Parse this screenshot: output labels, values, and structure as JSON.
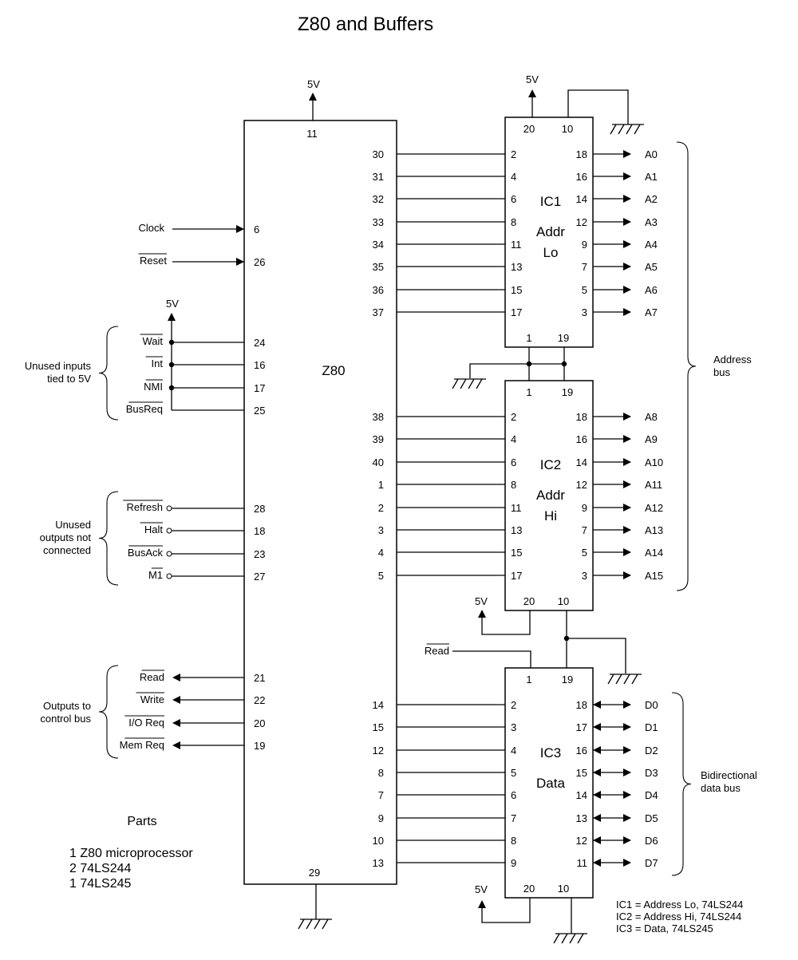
{
  "title": "Z80 and Buffers",
  "colors": {
    "ink": "#000000",
    "background": "#ffffff"
  },
  "icons": {
    "ground": "ground-symbol-icon",
    "arrow": "arrow-head-icon",
    "open_circle": "open-pin-circle-icon"
  },
  "z80": {
    "label": "Z80",
    "vcc_pin": "11",
    "vcc_label": "5V",
    "gnd_pin": "29",
    "left_pins": [
      {
        "signal": "Clock",
        "pin": "6",
        "overbar": false,
        "kind": "input"
      },
      {
        "signal": "Reset",
        "pin": "26",
        "overbar": true,
        "kind": "input"
      },
      {
        "signal": "Wait",
        "pin": "24",
        "overbar": true,
        "kind": "tied"
      },
      {
        "signal": "Int",
        "pin": "16",
        "overbar": true,
        "kind": "tied"
      },
      {
        "signal": "NMI",
        "pin": "17",
        "overbar": true,
        "kind": "tied"
      },
      {
        "signal": "BusReq",
        "pin": "25",
        "overbar": true,
        "kind": "tied"
      },
      {
        "signal": "Refresh",
        "pin": "28",
        "overbar": true,
        "kind": "nc"
      },
      {
        "signal": "Halt",
        "pin": "18",
        "overbar": true,
        "kind": "nc"
      },
      {
        "signal": "BusAck",
        "pin": "23",
        "overbar": true,
        "kind": "nc"
      },
      {
        "signal": "M1",
        "pin": "27",
        "overbar": true,
        "kind": "nc"
      },
      {
        "signal": "Read",
        "pin": "21",
        "overbar": true,
        "kind": "output"
      },
      {
        "signal": "Write",
        "pin": "22",
        "overbar": true,
        "kind": "output"
      },
      {
        "signal": "I/O Req",
        "pin": "20",
        "overbar": true,
        "kind": "output"
      },
      {
        "signal": "Mem Req",
        "pin": "19",
        "overbar": true,
        "kind": "output"
      }
    ],
    "tied_vcc_label": "5V",
    "groups": {
      "unused_inputs": [
        "Unused inputs",
        "tied to 5V"
      ],
      "unused_outputs": [
        "Unused",
        "outputs not",
        "connected"
      ],
      "control_outputs": [
        "Outputs to",
        "control bus"
      ]
    }
  },
  "ic1": {
    "name": "IC1",
    "line2": "Addr",
    "line3": "Lo",
    "top_pins": [
      "20",
      "10"
    ],
    "bottom_pins": [
      "1",
      "19"
    ],
    "vcc_label": "5V",
    "rows": [
      {
        "z80": "30",
        "in": "2",
        "out": "18",
        "signal": "A0"
      },
      {
        "z80": "31",
        "in": "4",
        "out": "16",
        "signal": "A1"
      },
      {
        "z80": "32",
        "in": "6",
        "out": "14",
        "signal": "A2"
      },
      {
        "z80": "33",
        "in": "8",
        "out": "12",
        "signal": "A3"
      },
      {
        "z80": "34",
        "in": "11",
        "out": "9",
        "signal": "A4"
      },
      {
        "z80": "35",
        "in": "13",
        "out": "7",
        "signal": "A5"
      },
      {
        "z80": "36",
        "in": "15",
        "out": "5",
        "signal": "A6"
      },
      {
        "z80": "37",
        "in": "17",
        "out": "3",
        "signal": "A7"
      }
    ]
  },
  "ic2": {
    "name": "IC2",
    "line2": "Addr",
    "line3": "Hi",
    "top_pins": [
      "1",
      "19"
    ],
    "bottom_pins": [
      "20",
      "10"
    ],
    "vcc_label": "5V",
    "rows": [
      {
        "z80": "38",
        "in": "2",
        "out": "18",
        "signal": "A8"
      },
      {
        "z80": "39",
        "in": "4",
        "out": "16",
        "signal": "A9"
      },
      {
        "z80": "40",
        "in": "6",
        "out": "14",
        "signal": "A10"
      },
      {
        "z80": "1",
        "in": "8",
        "out": "12",
        "signal": "A11"
      },
      {
        "z80": "2",
        "in": "11",
        "out": "9",
        "signal": "A12"
      },
      {
        "z80": "3",
        "in": "13",
        "out": "7",
        "signal": "A13"
      },
      {
        "z80": "4",
        "in": "15",
        "out": "5",
        "signal": "A14"
      },
      {
        "z80": "5",
        "in": "17",
        "out": "3",
        "signal": "A15"
      }
    ]
  },
  "ic3": {
    "name": "IC3",
    "line2": "Data",
    "top_pins": [
      "1",
      "19"
    ],
    "bottom_pins": [
      "20",
      "10"
    ],
    "vcc_label": "5V",
    "read_label": "Read",
    "rows": [
      {
        "z80": "14",
        "in": "2",
        "out": "18",
        "signal": "D0"
      },
      {
        "z80": "15",
        "in": "3",
        "out": "17",
        "signal": "D1"
      },
      {
        "z80": "12",
        "in": "4",
        "out": "16",
        "signal": "D2"
      },
      {
        "z80": "8",
        "in": "5",
        "out": "15",
        "signal": "D3"
      },
      {
        "z80": "7",
        "in": "6",
        "out": "14",
        "signal": "D4"
      },
      {
        "z80": "9",
        "in": "7",
        "out": "13",
        "signal": "D5"
      },
      {
        "z80": "10",
        "in": "8",
        "out": "12",
        "signal": "D6"
      },
      {
        "z80": "13",
        "in": "9",
        "out": "11",
        "signal": "D7"
      }
    ]
  },
  "buses": {
    "address": [
      "Address",
      "bus"
    ],
    "data": [
      "Bidirectional",
      "data bus"
    ]
  },
  "parts": {
    "heading": "Parts",
    "items": [
      "1 Z80 microprocessor",
      "2 74LS244",
      "1 74LS245"
    ]
  },
  "legend": [
    "IC1 = Address Lo, 74LS244",
    "IC2 = Address Hi, 74LS244",
    "IC3 = Data, 74LS245"
  ]
}
